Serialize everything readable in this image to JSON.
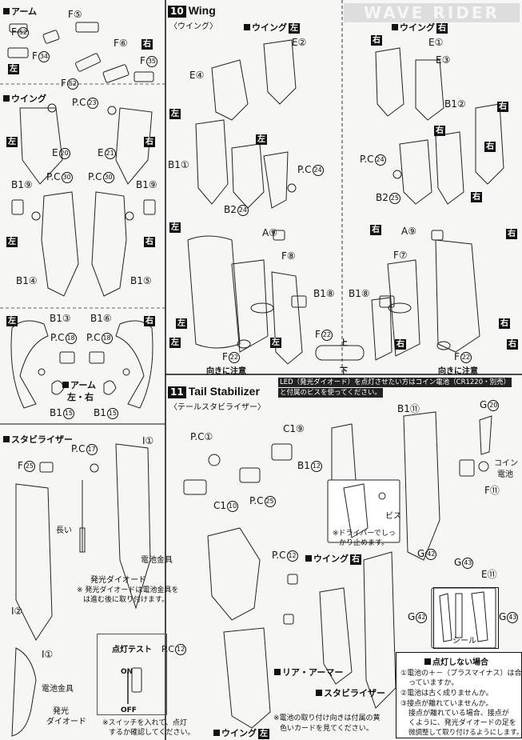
{
  "arm": {
    "header": "アーム",
    "f5": "F⑤",
    "f52a": "F",
    "n52": "52",
    "f34": "F",
    "n34": "34",
    "left": "左",
    "f6": "F⑥",
    "right": "右",
    "f35": "F",
    "n35": "35",
    "f52b": "F",
    "n52b": "52"
  },
  "wing_left": {
    "header": "ウイング",
    "pc23": "P.C",
    "n23": "23",
    "left": "左",
    "right": "右",
    "e20": "E",
    "n20": "20",
    "e21": "E",
    "n21": "21",
    "b19a": "B1⑨",
    "pc30a": "P.C",
    "n30a": "30",
    "pc30b": "P.C",
    "n30b": "30",
    "b19b": "B1⑨",
    "left2": "左",
    "right2": "右",
    "b14": "B1④",
    "b15": "B1⑤"
  },
  "arm_frame": {
    "left": "左",
    "right": "右",
    "b13": "B1③",
    "b16": "B1⑥",
    "pc18a": "P.C",
    "n18a": "18",
    "pc18b": "P.C",
    "n18b": "18",
    "arm_lr": "アーム",
    "lr": "左・右",
    "b115a": "B1",
    "n15a": "15",
    "b115b": "B1",
    "n15b": "15"
  },
  "stabilizer_left": {
    "header": "スタビライザー",
    "i1": "I①",
    "pc17": "P.C",
    "n17": "17",
    "f25": "F",
    "n25": "25",
    "long": "長い",
    "battery_fitting": "電池金具",
    "led": "発光ダイオード",
    "note1": "※ 発光ダイオードは電池金具を",
    "note2": "は進む後に取り付けます。",
    "i2": "I②"
  },
  "bottom_left": {
    "i1": "I①",
    "battery_fitting": "電池金具",
    "led1": "発光",
    "led2": "ダイオード",
    "light_test": "点灯テスト",
    "pc12": "P.C",
    "n12": "12",
    "on": "ON",
    "off": "OFF",
    "note1": "※スイッチを入れて、点灯",
    "note2": "するか確認してください。"
  },
  "step10": {
    "num": "10",
    "title": "Wing",
    "subtitle": "〈ウイング〉",
    "watermark": "WAVE RIDER",
    "wing_left": "ウイング",
    "left": "左",
    "e2": "E②",
    "e4": "E④",
    "b11": "B1①",
    "pc24": "P.C",
    "n24": "24",
    "b224": "B2",
    "n224": "24",
    "a9": "A⑨",
    "f8": "F⑧",
    "b18": "B1⑧",
    "f22": "F",
    "n22": "22",
    "orient": "向きに注意",
    "up": "上",
    "down": "下",
    "wing_right": "ウイング",
    "right": "右",
    "e1": "E①",
    "e3": "E③",
    "b12": "B1②",
    "pc24b": "P.C",
    "n24b": "24",
    "b225": "B2",
    "n225": "25",
    "a9b": "A⑨",
    "f7": "F⑦",
    "b18b": "B1⑧",
    "f22b": "F",
    "n22b": "22",
    "orient_b": "向きに注意"
  },
  "step11": {
    "num": "11",
    "title": "Tail Stabilizer",
    "subtitle": "〈テールスタビライザー〉",
    "led_note1": "LED（発光ダイオード）を点灯させたい方はコイン電池（CR1220・別売）",
    "led_note2": "と付属のビスを使ってください。",
    "pc1": "P.C①",
    "c19": "C1⑨",
    "c110": "C1",
    "n110": "10",
    "pc25": "P.C",
    "n25": "25",
    "b111": "B1⑪",
    "g20": "G",
    "n20": "20",
    "b112": "B1",
    "n112": "12",
    "coin1": "コイン",
    "coin2": "電池",
    "f11": "F⑪",
    "screw": "ビス",
    "driver1": "※ドライバーでしっ",
    "driver2": "かり止めます。",
    "g42": "G",
    "n42": "42",
    "g43": "G",
    "n43": "43",
    "e11": "E⑪",
    "pc12": "P.C",
    "n12": "12",
    "wing_right": "ウイング",
    "right": "右",
    "rear_armor": "リア・アーマー",
    "stabilizer": "スタビライザー",
    "wing_left": "ウイング",
    "left": "左",
    "g42b": "G",
    "n42b": "42",
    "g43b": "G",
    "n43b": "43",
    "seal": "シール",
    "battery_note1": "※電池の取り付け向きは付属の黄",
    "battery_note2": "色いカードを見てください。",
    "nolight_title": "点灯しない場合",
    "nolight1": "①電池の＋－（プラスマイナス）は合",
    "nolight2": "っていますか。",
    "nolight3": "②電池は古く成りませんか。",
    "nolight4": "③接点が離れていませんか。",
    "nolight5": "接点が離れている場合、接点が",
    "nolight6": "くように、発光ダイオードの足を",
    "nolight7": "微調整して取り付けるようにします。"
  }
}
